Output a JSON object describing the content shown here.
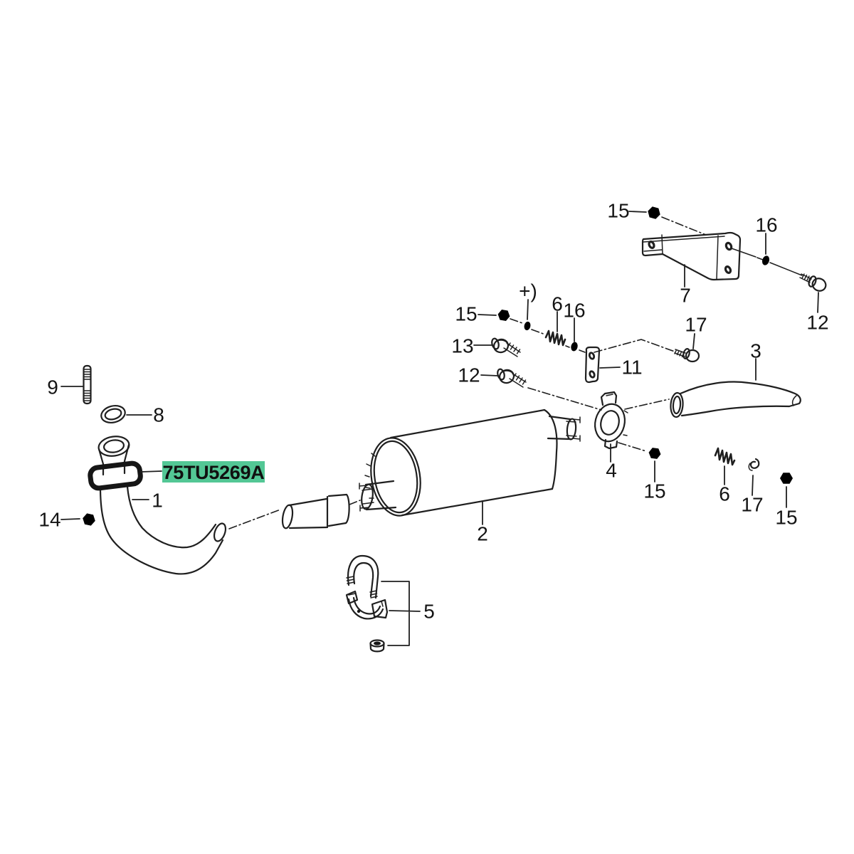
{
  "figure": {
    "background_color": "#ffffff",
    "line_color": "#1f1f1f",
    "highlight": {
      "part_number": "75TU5269A",
      "bg_color": "#53C795",
      "text_color": "#101010"
    },
    "callouts": [
      {
        "ref": "stud",
        "text": "9"
      },
      {
        "ref": "gasket-ring",
        "text": "8"
      },
      {
        "ref": "downpipe",
        "text": "1"
      },
      {
        "ref": "nut",
        "text": "14"
      },
      {
        "ref": "muffler",
        "text": "2"
      },
      {
        "ref": "clamp",
        "text": "4"
      },
      {
        "ref": "nut",
        "text": "15"
      },
      {
        "ref": "tailpipe",
        "text": "3"
      },
      {
        "ref": "bolt",
        "text": "13"
      },
      {
        "ref": "nut",
        "text": "15"
      },
      {
        "ref": "note",
        "text": "+)"
      },
      {
        "ref": "spring",
        "text": "6"
      },
      {
        "ref": "washer",
        "text": "16"
      },
      {
        "ref": "plate",
        "text": "11"
      },
      {
        "ref": "bolt",
        "text": "12"
      },
      {
        "ref": "nut",
        "text": "15"
      },
      {
        "ref": "bracket",
        "text": "7"
      },
      {
        "ref": "washer",
        "text": "16"
      },
      {
        "ref": "bolt",
        "text": "12"
      },
      {
        "ref": "bolt",
        "text": "17"
      },
      {
        "ref": "spring",
        "text": "6"
      },
      {
        "ref": "clip",
        "text": "17"
      },
      {
        "ref": "nut",
        "text": "15"
      },
      {
        "ref": "u-clamp",
        "text": "5"
      }
    ]
  }
}
